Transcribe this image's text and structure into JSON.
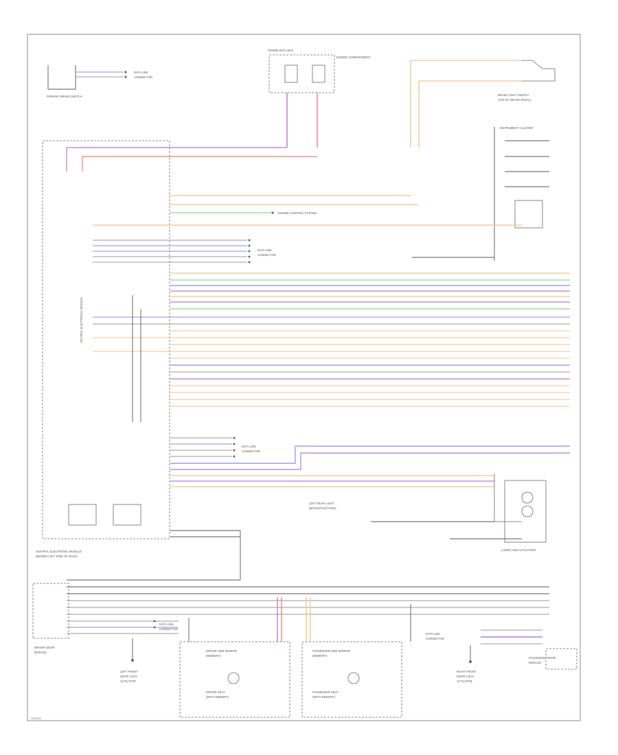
{
  "page_code": "W000000",
  "components": {
    "park_brake_switch": "PARKING BRAKE SWITCH",
    "fuse_top_block": [
      "POWER DIST. BOX",
      "ENGINE COMPARTMENT"
    ],
    "brake_light_switch": [
      "BRAKE LIGHT SWITCH",
      "(TOP OF BRAKE PEDAL)"
    ],
    "instrument_cluster": "INSTRUMENT CLUSTER",
    "engine_control": "ENGINE CONTROL SYSTEM",
    "bcm": "CENTRAL ELECTRONIC MODULE",
    "bcm_bottom": [
      "CENTRAL ELECTRONIC MODULE",
      "(BEHIND LEFT SIDE OF DASH)"
    ],
    "left_rear_light": [
      "LEFT REAR LIGHT",
      "(BRAKE/TAIL/TURN)"
    ],
    "lamp_group": "LAMPS AND ACTUATORS",
    "door_module_left": [
      "DRIVER DOOR",
      "MODULE"
    ],
    "mirror_driver": [
      "DRIVER SIDE MIRROR",
      "(MEMORY)"
    ],
    "mirror_passenger": [
      "PASSENGER SIDE MIRROR",
      "(MEMORY)"
    ],
    "driver_seat": [
      "DRIVER SEAT",
      "(WITH MEMORY)"
    ],
    "passenger_seat": [
      "PASSENGER SEAT",
      "(WITH MEMORY)"
    ],
    "door_module_right": [
      "PASSENGER DOOR",
      "MODULE"
    ],
    "left_door": [
      "LEFT FRONT",
      "DOOR LOCK",
      "ACTUATOR"
    ],
    "right_door": [
      "RIGHT FRONT",
      "DOOR LOCK",
      "ACTUATOR"
    ],
    "data_link_top": [
      "DATA LINK",
      "CONNECTOR"
    ],
    "data_link_mid": [
      "DATA LINK",
      "CONNECTOR"
    ],
    "data_link_low": [
      "DATA LINK",
      "CONNECTOR"
    ],
    "data_link_bottom": [
      "DATA LINK",
      "CONNECTOR"
    ],
    "data_link_right": [
      "DATA LINK",
      "CONNECTOR"
    ]
  },
  "wire_colors": {
    "red": "#f07a7a",
    "purple": "#b07ad8",
    "orange": "#f5c08a",
    "green": "#8fd88f",
    "blue": "#8a8af0",
    "gray": "#9a9a9a",
    "black": "#555555"
  }
}
